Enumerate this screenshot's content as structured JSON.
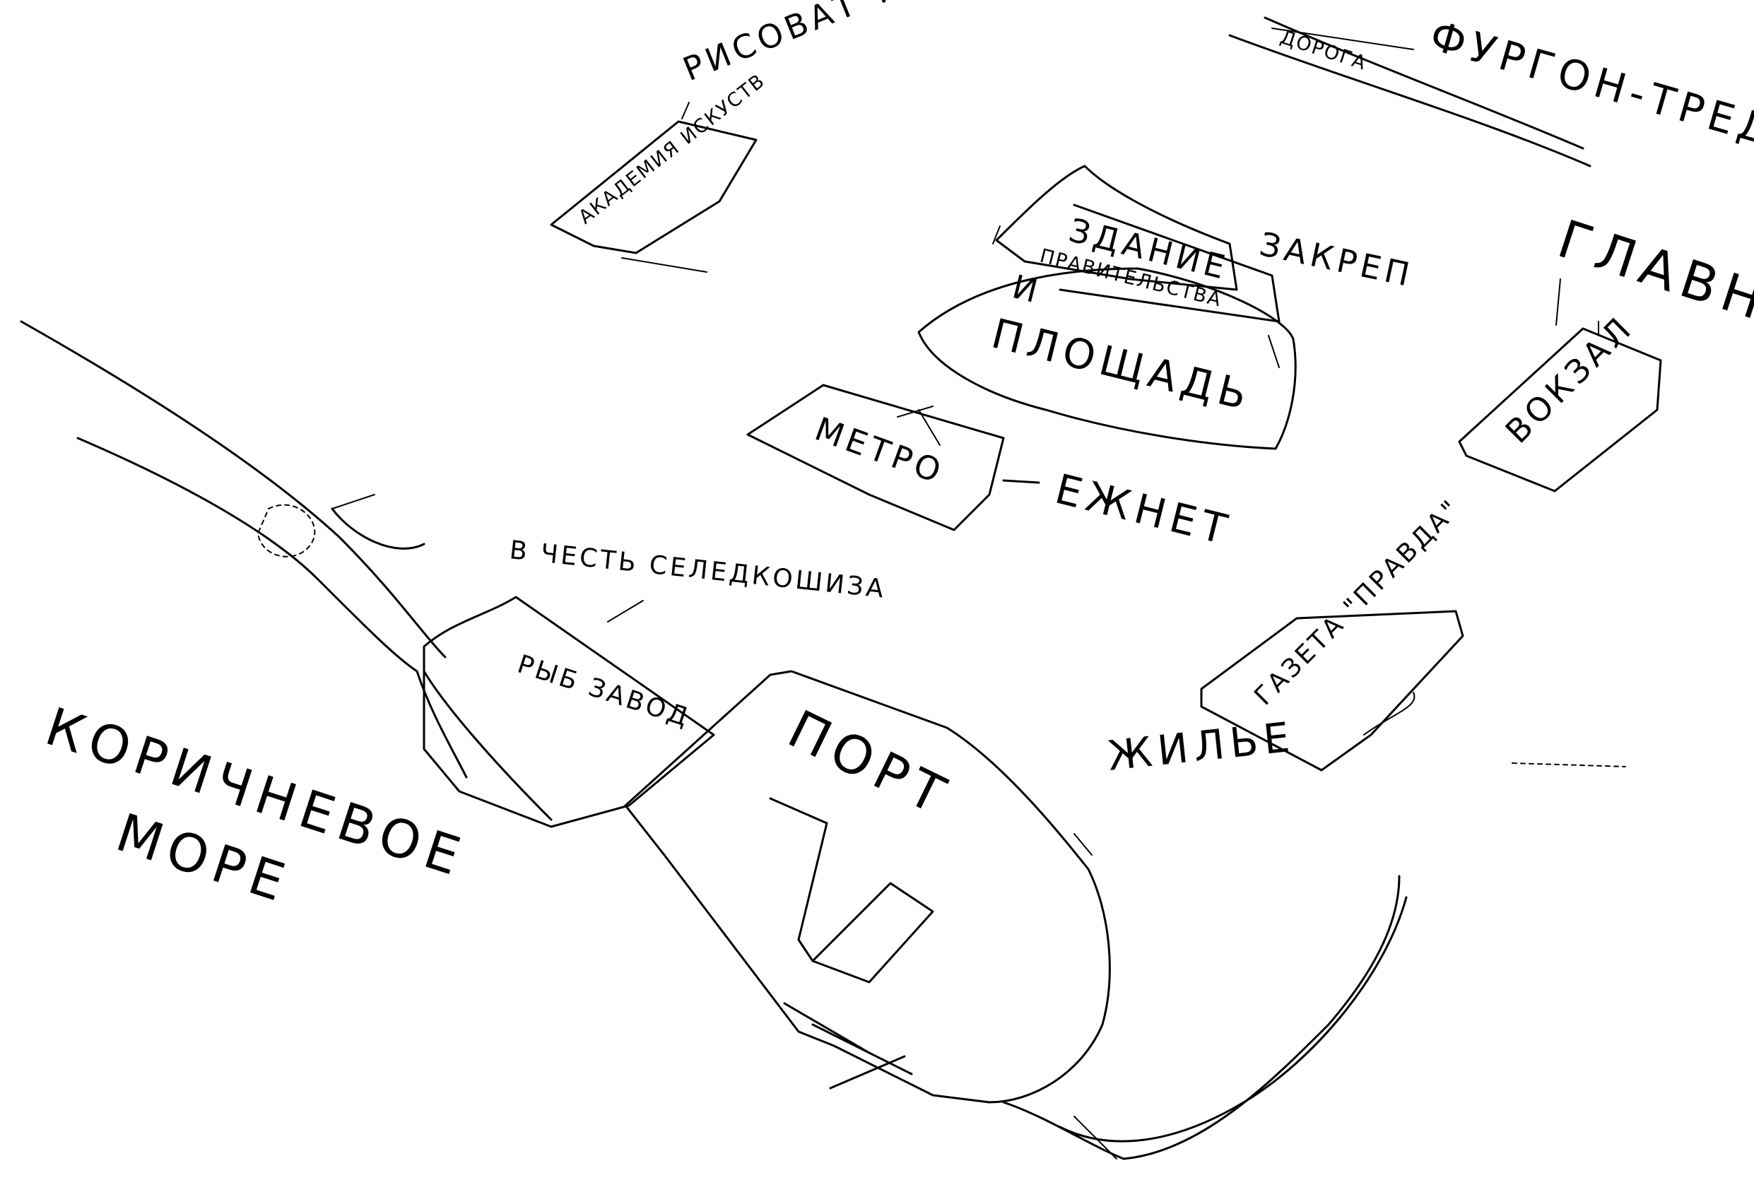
{
  "map": {
    "labels": {
      "academy": "АКАДЕМИЯ ИСКУСТВ",
      "academy_note": "РИСОВАТ ТРЕД",
      "road": "ДОРОГА",
      "van_note": "ФУРГОН-ТРЕД",
      "government_title": "ЗДАНИЕ",
      "government_sub": "ПРАВИТЕЛЬСТВА",
      "government_conj": "И",
      "square": "ПЛОЩАДЬ",
      "government_note": "ЗАКРЕП",
      "main_prefix": "ГЛАВНАЯ",
      "station": "ВОКЗАЛ",
      "metro": "МЕТРО",
      "metro_note": "ЕЖНЕТ",
      "fish_plant": "РЫБ ЗАВОД",
      "fish_note": "В ЧЕСТЬ СЕЛЕДКОШИЗА",
      "newspaper": "ГАЗЕТА \"ПРАВДА\"",
      "sea_line1": "КОРИЧНЕВОЕ",
      "sea_line2": "МОРЕ",
      "port": "ПОРТ",
      "housing": "ЖИЛЬЕ"
    },
    "colors": {
      "ink": "#000000",
      "paper": "#ffffff"
    }
  }
}
